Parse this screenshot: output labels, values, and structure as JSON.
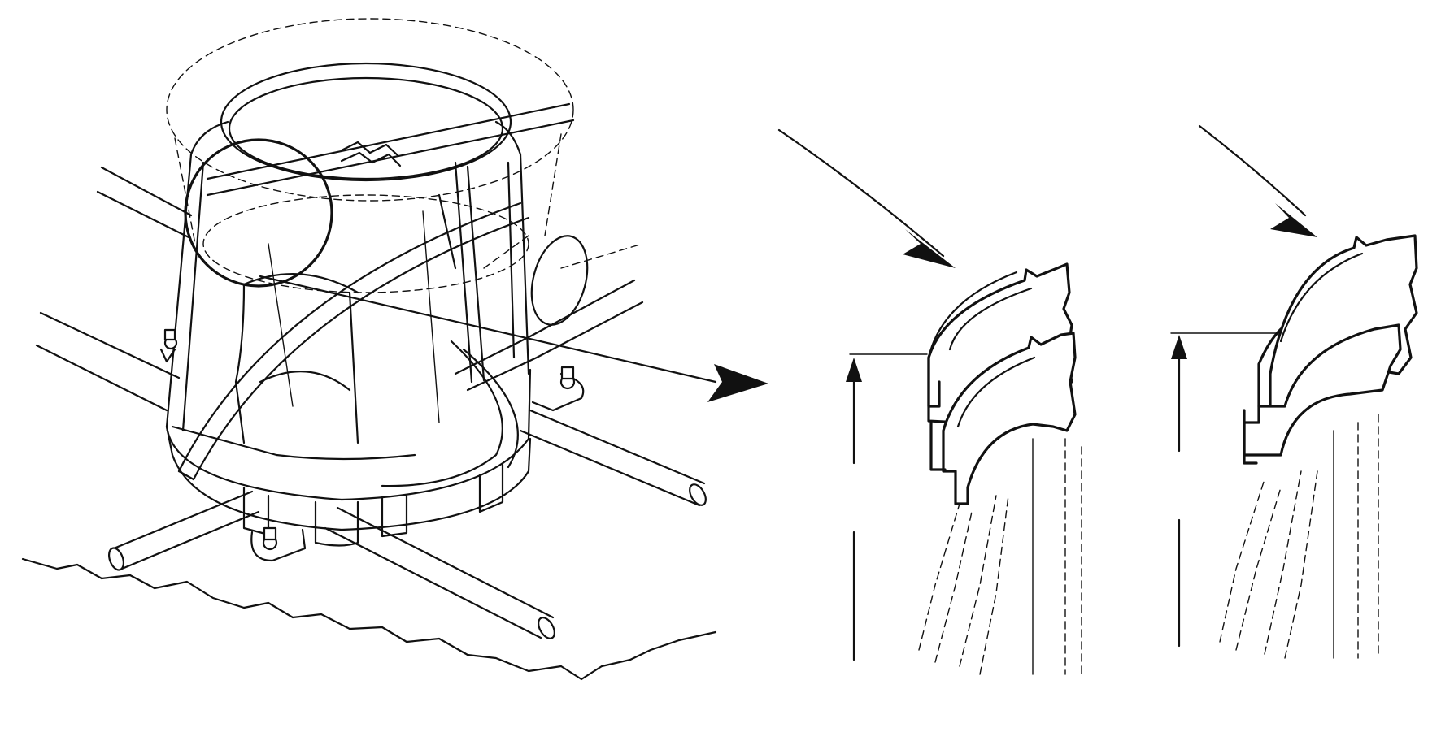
{
  "colors": {
    "ink": "#111111",
    "paper": "#ffffff"
  },
  "figure": {
    "overview": {
      "subject": "mounting-ring-assembly",
      "callout": "detail-circle"
    },
    "details": [
      {
        "id": "detail-left",
        "plates": 2
      },
      {
        "id": "detail-right",
        "plates": 2
      }
    ]
  },
  "icons": [
    "arrow-icon",
    "dimension-arrow-icon"
  ]
}
